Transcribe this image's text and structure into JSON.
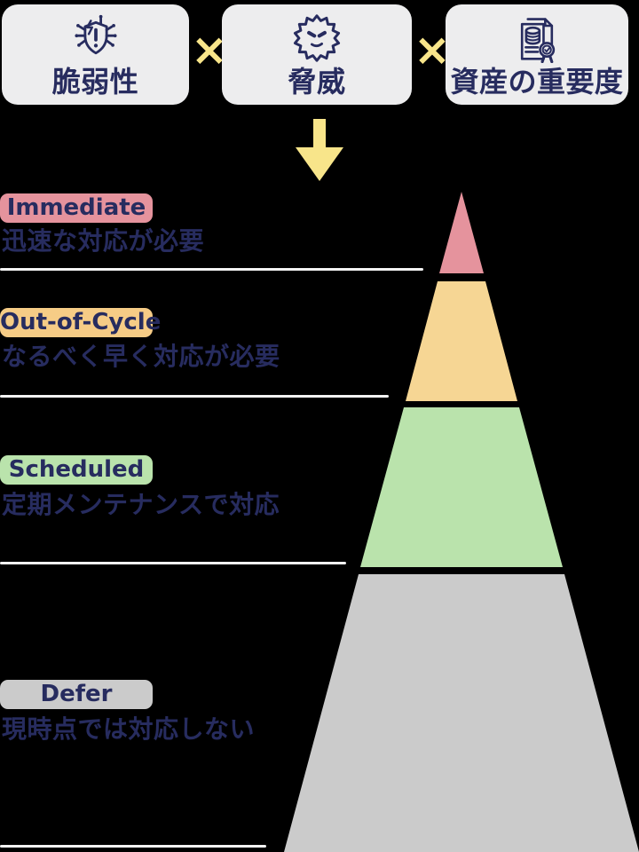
{
  "theme": {
    "bg": "#000000",
    "card_bg": "#ededee",
    "navy": "#272c5f",
    "yellow": "#f8e58a",
    "line": "#f3f3f3"
  },
  "factors": {
    "operator": "×",
    "items": [
      {
        "label": "脆弱性",
        "icon": "vulnerability-shield-icon"
      },
      {
        "label": "脅威",
        "icon": "threat-virus-icon"
      },
      {
        "label": "資産の重要度",
        "icon": "asset-importance-certificate-icon"
      }
    ]
  },
  "arrow": {
    "icon": "down-arrow-icon",
    "color": "#f8e58a"
  },
  "levels": [
    {
      "name": "Immediate",
      "description": "迅速な対応が必要",
      "badge_color": "#e5939d",
      "pyramid_color": "#e5939d"
    },
    {
      "name": "Out-of-Cycle",
      "description": "なるべく早く対応が必要",
      "badge_color": "#f6cc86",
      "pyramid_color": "#f6d694"
    },
    {
      "name": "Scheduled",
      "description": "定期メンテナンスで対応",
      "badge_color": "#bae3ac",
      "pyramid_color": "#bae3ac"
    },
    {
      "name": "Defer",
      "description": "現時点では対応しない",
      "badge_color": "#cbcbcb",
      "pyramid_color": "#cbcbcb"
    }
  ]
}
